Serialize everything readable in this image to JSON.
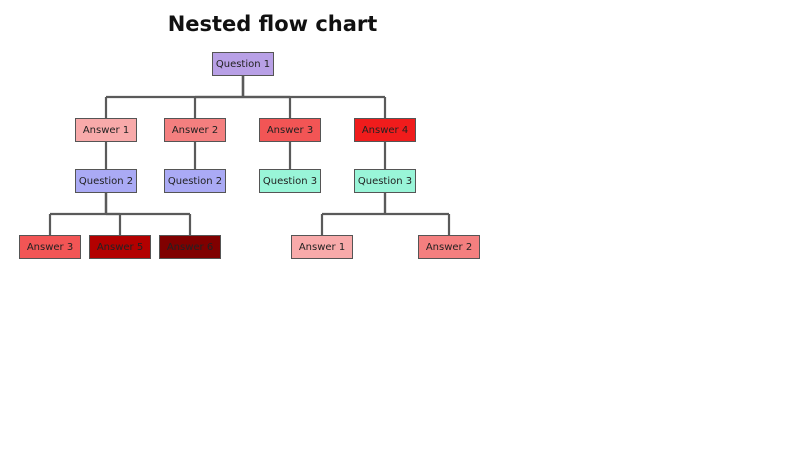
{
  "title": "Nested flow chart",
  "colors": {
    "question1": "#b8a0e6",
    "question2": "#aaaaf5",
    "question3": "#99f5d8",
    "answer1": "#f8aaaa",
    "answer2": "#f47f7f",
    "answer3": "#f25555",
    "answer4": "#f01c1c",
    "answer5": "#b30000",
    "answer6": "#800000",
    "connector": "#5a5a5a"
  },
  "nodes": {
    "q1": {
      "label": "Question 1",
      "color": "question1"
    },
    "a1": {
      "label": "Answer 1",
      "color": "answer1"
    },
    "a2": {
      "label": "Answer 2",
      "color": "answer2"
    },
    "a3": {
      "label": "Answer 3",
      "color": "answer3"
    },
    "a4": {
      "label": "Answer 4",
      "color": "answer4"
    },
    "a1_q2": {
      "label": "Question 2",
      "color": "question2"
    },
    "a2_q2": {
      "label": "Question 2",
      "color": "question2"
    },
    "a3_q3": {
      "label": "Question 3",
      "color": "question3"
    },
    "a4_q3": {
      "label": "Question 3",
      "color": "question3"
    },
    "q2_a3": {
      "label": "Answer 3",
      "color": "answer3"
    },
    "q2_a5": {
      "label": "Answer 5",
      "color": "answer5"
    },
    "q2_a6": {
      "label": "Answer 6",
      "color": "answer6"
    },
    "q3_a1": {
      "label": "Answer 1",
      "color": "answer1"
    },
    "q3_a2": {
      "label": "Answer 2",
      "color": "answer2"
    }
  },
  "edges": [
    [
      "q1",
      "a1"
    ],
    [
      "q1",
      "a2"
    ],
    [
      "q1",
      "a3"
    ],
    [
      "q1",
      "a4"
    ],
    [
      "a1",
      "a1_q2"
    ],
    [
      "a2",
      "a2_q2"
    ],
    [
      "a3",
      "a3_q3"
    ],
    [
      "a4",
      "a4_q3"
    ],
    [
      "a1_q2",
      "q2_a3"
    ],
    [
      "a1_q2",
      "q2_a5"
    ],
    [
      "a1_q2",
      "q2_a6"
    ],
    [
      "a4_q3",
      "q3_a1"
    ],
    [
      "a4_q3",
      "q3_a2"
    ]
  ]
}
